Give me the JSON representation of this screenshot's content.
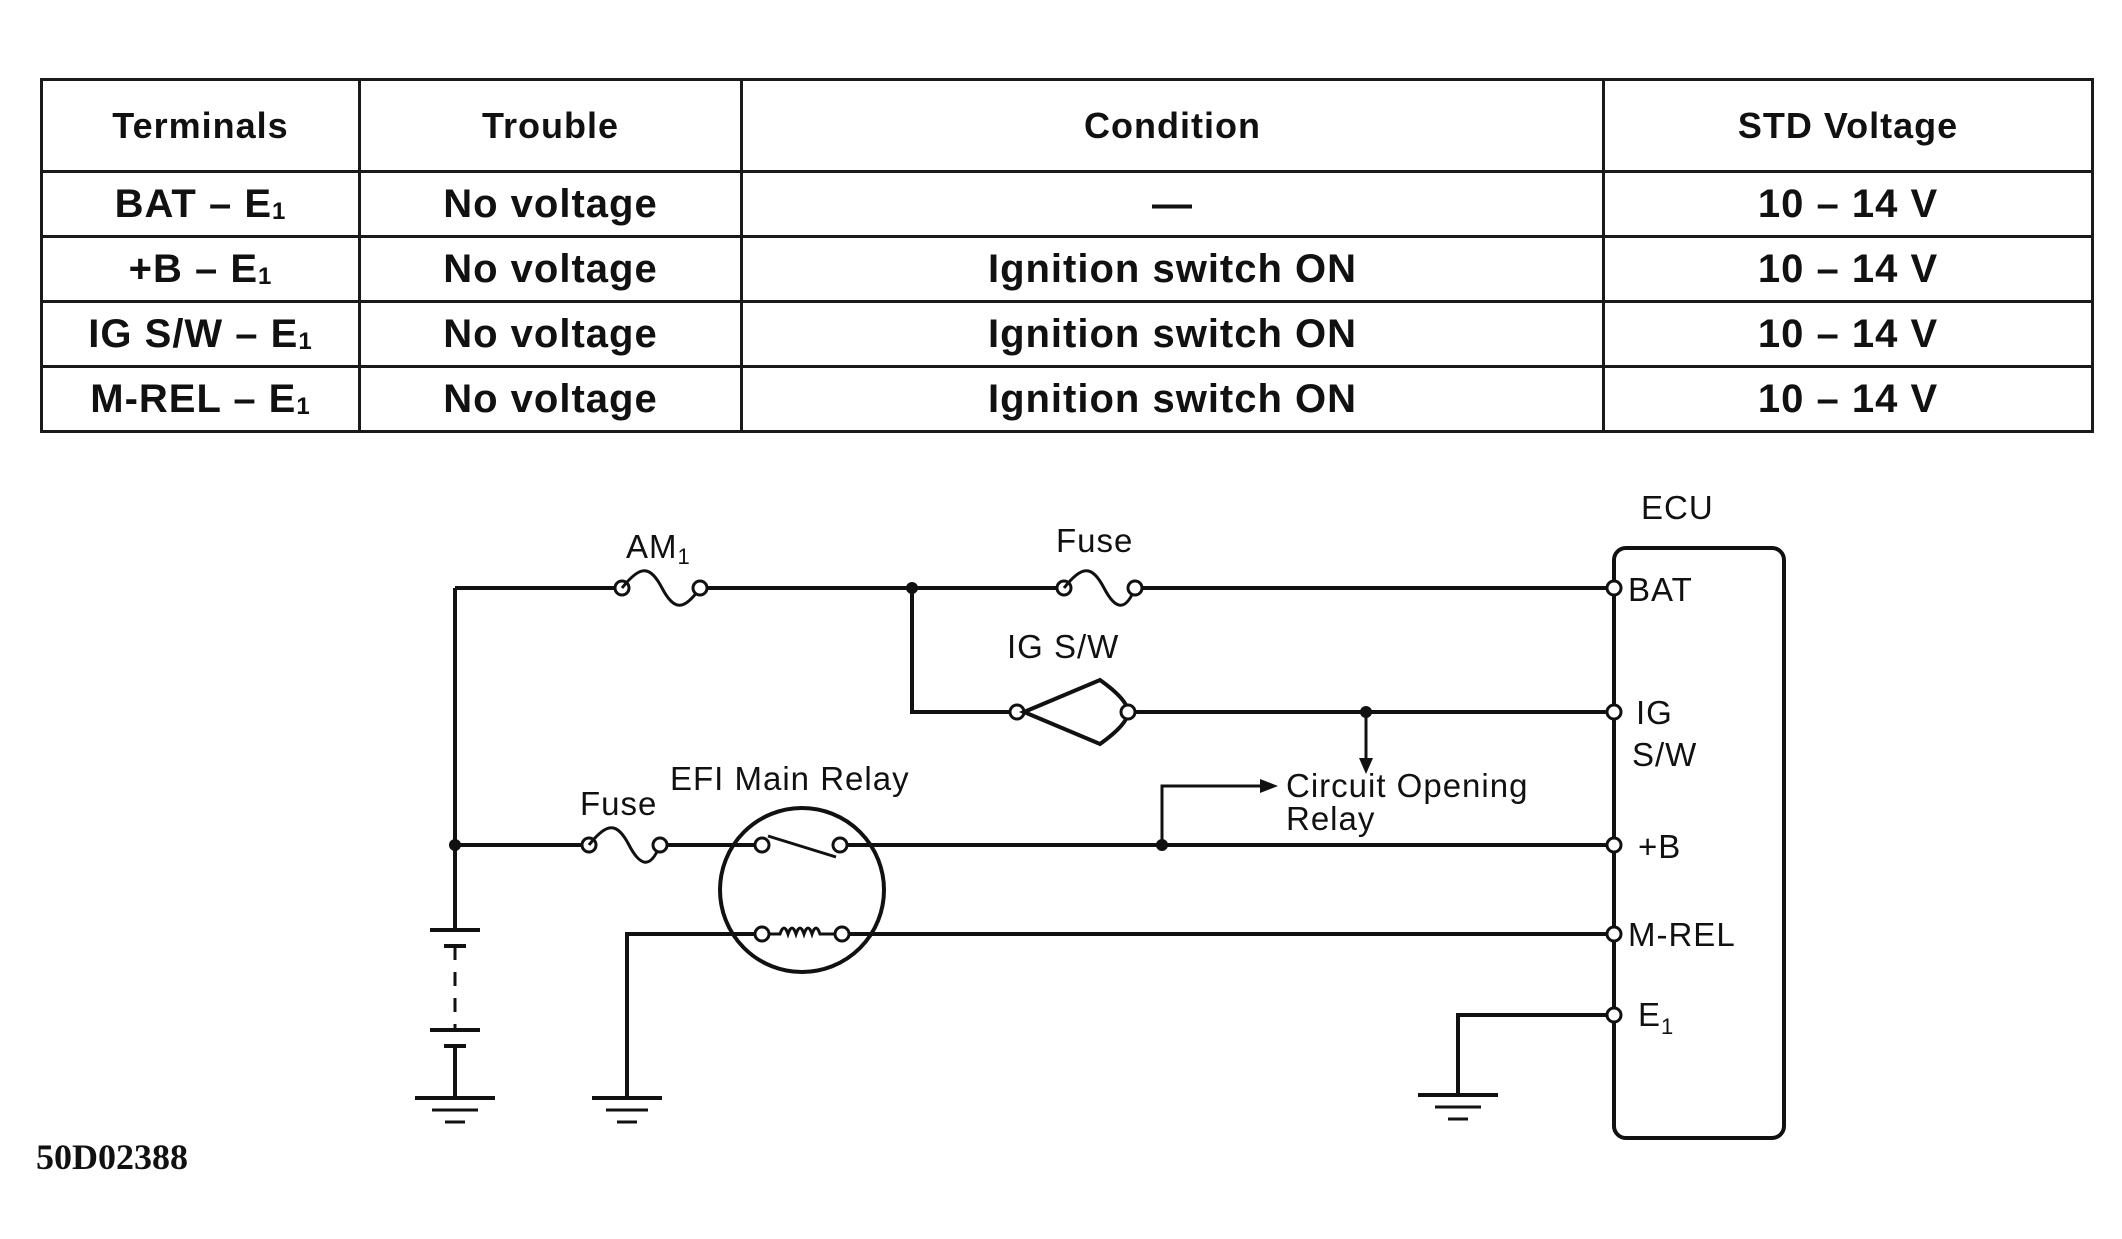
{
  "table": {
    "headers": [
      "Terminals",
      "Trouble",
      "Condition",
      "STD Voltage"
    ],
    "rows": [
      {
        "terminal": "BAT  –  E",
        "terminal_sub": "1",
        "trouble": "No voltage",
        "condition": "—",
        "voltage": "10  –  14 V"
      },
      {
        "terminal": "+B  –  E",
        "terminal_sub": "1",
        "trouble": "No voltage",
        "condition": "Ignition switch ON",
        "voltage": "10  –  14 V"
      },
      {
        "terminal": "IG S/W  –  E",
        "terminal_sub": "1",
        "trouble": "No voltage",
        "condition": "Ignition switch ON",
        "voltage": "10  –  14 V"
      },
      {
        "terminal": "M-REL  –  E",
        "terminal_sub": "1",
        "trouble": "No voltage",
        "condition": "Ignition switch ON",
        "voltage": "10  –  14 V"
      }
    ]
  },
  "diagram": {
    "labels": {
      "ecu": "ECU",
      "am1": "AM",
      "am1_sub": "1",
      "fuse_top": "Fuse",
      "ig_sw": "IG S/W",
      "fuse_left": "Fuse",
      "efi_main_relay": "EFI Main Relay",
      "circuit_opening_1": "Circuit Opening",
      "circuit_opening_2": "Relay"
    },
    "ecu_pins": {
      "bat": "BAT",
      "ig_1": "IG",
      "ig_2": "S/W",
      "b": "+B",
      "mrel": "M-REL",
      "e1": "E",
      "e1_sub": "1"
    }
  },
  "figure_code": "50D02388"
}
